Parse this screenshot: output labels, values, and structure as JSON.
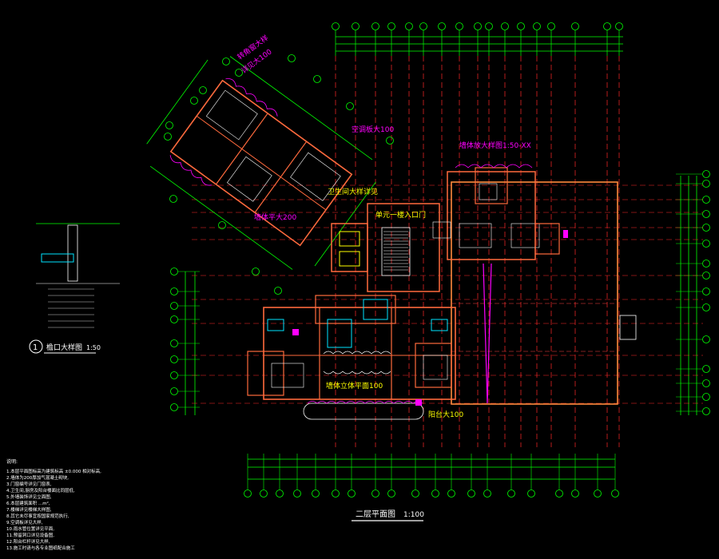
{
  "drawing": {
    "main_title": "二层平面图",
    "main_scale": "1:100",
    "detail_number": "1",
    "detail_title": "檐口大样图",
    "detail_scale": "1:50"
  },
  "annotations": {
    "rotated_top": "转角窗大样",
    "rotated_top2": "详见大100",
    "rotated_mid": "空调板大100",
    "rotated_low": "墙体平大200",
    "rotated_box": "卫生间大样详见",
    "right_top": "墙体放大样图1:50-XX",
    "entrance": "单元一楼入口门",
    "bottom_mid": "墙体立体平面100",
    "bottom_right": "阳台大100"
  },
  "notes": {
    "heading": "说明:",
    "lines": [
      "1.本层平面图标高为建筑标高 ±0.000 相对标高,",
      "2.墙体为200厚加气混凝土砌块,",
      "3.门窗编号详见门窗表,",
      "4.卫生间,厨房及阳台楼面比同层低,",
      "5.外墙装饰详见立面图,",
      "6.本层建筑面积 ...m²,",
      "7.楼梯详见楼梯大样图,",
      "8.其它未尽事宜按国家规范执行,",
      "9.空调板详见大样,",
      "10.雨水管位置详见平面,",
      "11.预留洞口详见设备图,",
      "12.阳台栏杆详见大样,",
      "13.施工时请与各专业图纸配合施工"
    ]
  },
  "colors": {
    "background": "#000000",
    "axis": "#00ff00",
    "axis_dash": "#ff2a2a",
    "walls": "#ff6a3d",
    "cyan": "#00e5ff",
    "magenta": "#ff00ff",
    "yellow": "#ffff00",
    "white": "#ffffff"
  }
}
